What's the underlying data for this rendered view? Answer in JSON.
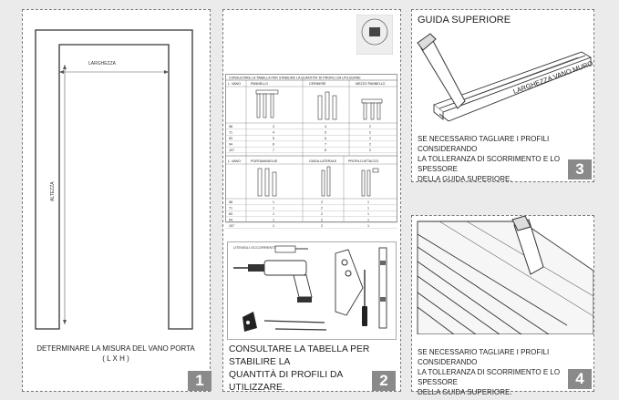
{
  "panel1": {
    "width_label": "LARGHEZZA",
    "height_label": "ALTEZZA",
    "caption_line1": "DETERMINARE LA MISURA DEL VANO PORTA",
    "caption_line2": "( L X H )",
    "number": "1"
  },
  "panel2": {
    "table_title": "CONSULTARE LA TABELLA PER STABILIRE LA QUANTITA' DI PROFILI DA UTILIZZARE",
    "col_luce": "L. VANO",
    "col_a": "PANNELLO",
    "col_b": "CERNIERE",
    "col_c": "MEZZO PANNELLO",
    "col_d": "PORTAMANIGLIE",
    "col_e": "GUIDA LATERALE",
    "col_f": "PROFILO ATTACCO",
    "rows1": [
      [
        "58",
        "3",
        "4",
        "2"
      ],
      [
        "71",
        "4",
        "5",
        "2"
      ],
      [
        "83",
        "5",
        "6",
        "2"
      ],
      [
        "94",
        "6",
        "7",
        "2"
      ],
      [
        "107",
        "7",
        "8",
        "2"
      ]
    ],
    "rows2": [
      [
        "58",
        "1",
        "2",
        "1"
      ],
      [
        "71",
        "1",
        "2",
        "1"
      ],
      [
        "83",
        "1",
        "2",
        "1"
      ],
      [
        "94",
        "1",
        "2",
        "1"
      ],
      [
        "107",
        "1",
        "2",
        "1"
      ]
    ],
    "tools_label": "UTENSILI OCCORRENTI",
    "caption_line1": "CONSULTARE LA TABELLA PER STABILIRE LA",
    "caption_line2": "QUANTITÀ DI PROFILI DA UTILIZZARE.",
    "number": "2"
  },
  "panel3": {
    "title": "GUIDA SUPERIORE",
    "rail_label": "LARGHEZZA VANO MURO",
    "caption_line1": "SE NECESSARIO TAGLIARE I PROFILI CONSIDERANDO",
    "caption_line2": "LA TOLLERANZA DI SCORRIMENTO E LO SPESSORE",
    "caption_line3": "DELLA GUIDA SUPERIORE.",
    "number": "3"
  },
  "panel4": {
    "caption_line1": "SE NECESSARIO TAGLIARE I PROFILI CONSIDERANDO",
    "caption_line2": "LA TOLLERANZA DI SCORRIMENTO E LO SPESSORE",
    "caption_line3": "DELLA GUIDA SUPERIORE.",
    "number": "4"
  }
}
